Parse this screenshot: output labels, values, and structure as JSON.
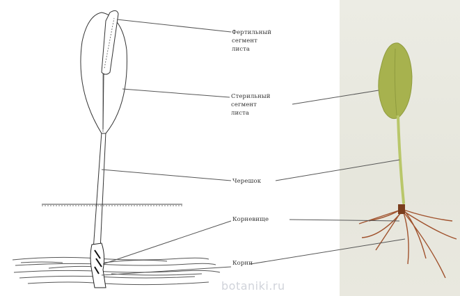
{
  "diagram": {
    "labels": {
      "fertile_segment": "Фертильный\nсегмент\nлиста",
      "sterile_segment": "Стерильный\nсегмент\nлиста",
      "petiole": "Черешок",
      "rhizome": "Корневище",
      "root": "Корни"
    },
    "watermark": "bоtaniki.ru"
  }
}
